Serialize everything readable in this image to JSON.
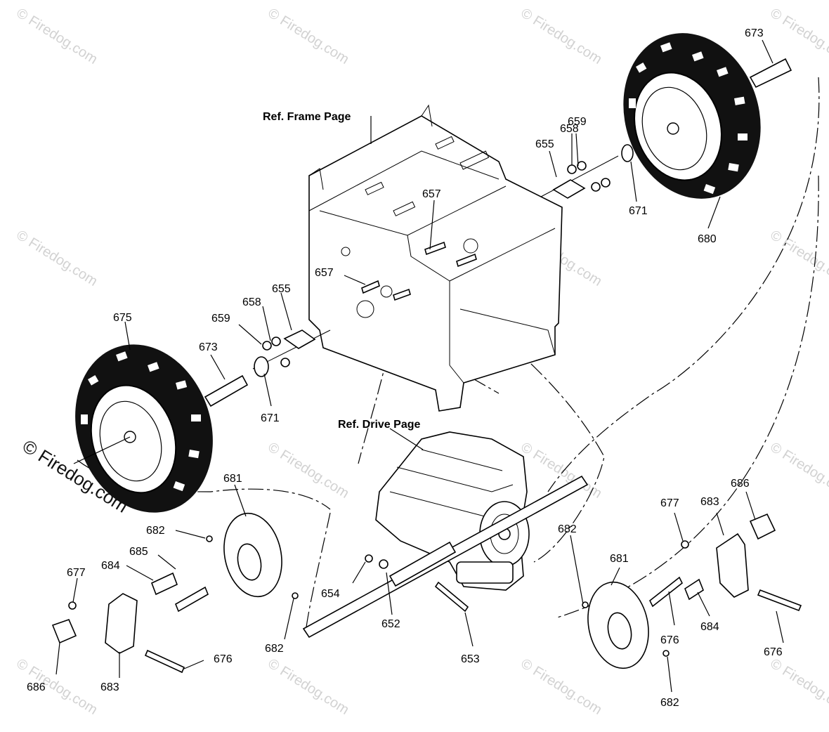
{
  "watermark": {
    "text": "© Firedog.com",
    "main_text": "© Firedog.com"
  },
  "refs": {
    "frame": "Ref. Frame Page",
    "drive": "Ref. Drive Page"
  },
  "callouts": {
    "c673_top": "673",
    "c658_top": "658",
    "c659_top": "659",
    "c655_top": "655",
    "c671_top": "671",
    "c680": "680",
    "c657_top": "657",
    "c657_mid": "657",
    "c655_mid": "655",
    "c658_mid": "658",
    "c659_mid": "659",
    "c675": "675",
    "c673_mid": "673",
    "c671_mid": "671",
    "c681_left": "681",
    "c682_left": "682",
    "c685": "685",
    "c684_left": "684",
    "c677_left": "677",
    "c686_left": "686",
    "c683_left": "683",
    "c676_left": "676",
    "c682_bottom_left": "682",
    "c654": "654",
    "c652": "652",
    "c653": "653",
    "c682_right": "682",
    "c681_right": "681",
    "c677_right": "677",
    "c683_right": "683",
    "c686_right": "686",
    "c676_right_a": "676",
    "c684_right": "684",
    "c676_right_b": "676",
    "c682_bottom_right": "682"
  }
}
